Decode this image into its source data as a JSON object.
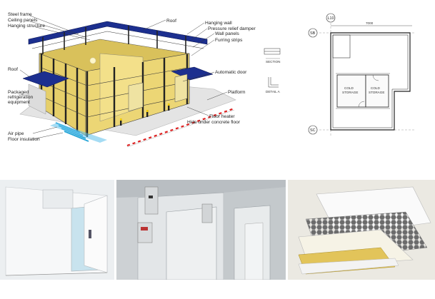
{
  "diagram": {
    "labels": {
      "steel_frame": "Steel frame",
      "ceiling_panels": "Ceiling panels",
      "hanging_structure": "Hanging structure",
      "roof_top": "Roof",
      "hanging_wall": "Hanging wall",
      "pressure_relief_damper": "Pressure relief damper",
      "wall_panels": "Wall panels",
      "furring_strips": "Furring strips",
      "roof_left": "Roof",
      "packaged_refrigeration_1": "Packaged",
      "packaged_refrigeration_2": "refrigeration",
      "packaged_refrigeration_3": "equipment",
      "automatic_door": "Automatic door",
      "platform": "Platform",
      "air_pipe": "Air pipe",
      "floor_insulation": "Floor insulation",
      "floor_heater": "Floor heater",
      "hide_under_concrete": "Hide under concrete floor"
    },
    "colors": {
      "panel_yellow": "#e6cf6a",
      "roof_blue": "#1c2f8f",
      "frame_dark": "#2a2a2a"
    }
  },
  "plan": {
    "grid_top": "L10",
    "grid_b": "SB",
    "grid_c": "SC",
    "section_label_1": "SECTION",
    "section_label_2": "DETAIL A",
    "dim_top": "7000",
    "room_a_1": "COLD",
    "room_a_2": "STORAGE",
    "room_b_1": "COLD",
    "room_b_2": "STORAGE"
  },
  "photos": {
    "photo1": "walk-in cold room with open door",
    "photo2": "cold room corridor with control panels",
    "photo3": "insulated sandwich panel with honeycomb core"
  }
}
